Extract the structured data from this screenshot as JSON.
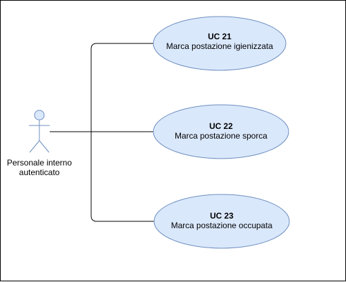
{
  "actor": {
    "line1": "Personale interno",
    "line2": "autenticato"
  },
  "use_cases": [
    {
      "id": "UC 21",
      "name": "Marca postazione igienizzata"
    },
    {
      "id": "UC 22",
      "name": "Marca postazione sporca"
    },
    {
      "id": "UC 23",
      "name": "Marca postazione occupata"
    }
  ],
  "colors": {
    "ellipse_fill": "#dae8fc",
    "ellipse_stroke": "#6c8ebf",
    "line": "#000000",
    "border": "#000000"
  }
}
